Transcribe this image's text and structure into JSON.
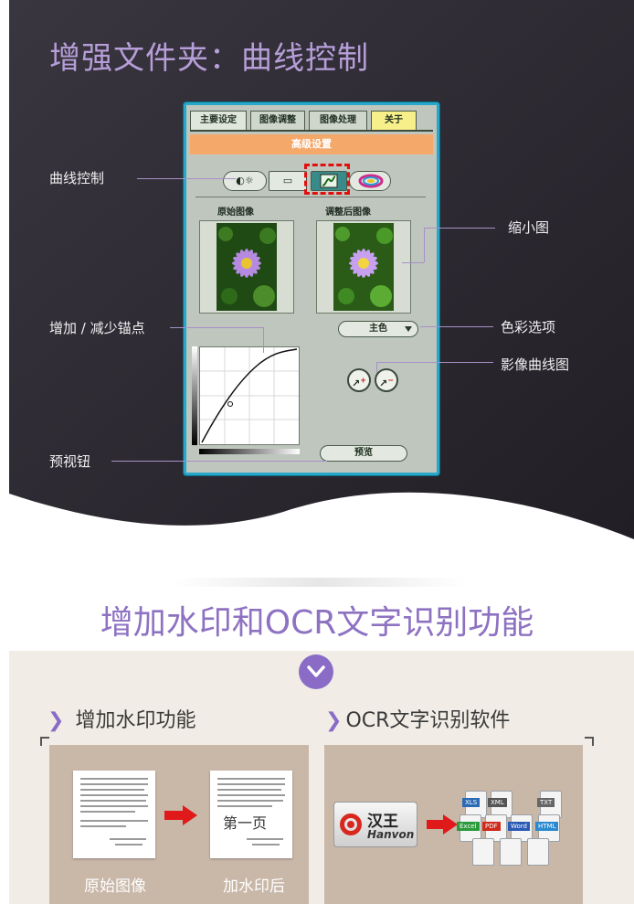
{
  "top": {
    "title": "增强文件夹：曲线控制",
    "panel": {
      "tabs": [
        "主要设定",
        "图像调整",
        "图像处理",
        "关于"
      ],
      "header": "高级设置",
      "original_label": "原始图像",
      "adjusted_label": "调整后图像",
      "color_option": "主色",
      "preview_button": "预览"
    },
    "callouts": {
      "curve_control": "曲线控制",
      "thumbnail": "缩小图",
      "color_options": "色彩选项",
      "anchor": "增加 / 减少锚点",
      "image_curve": "影像曲线图",
      "preview": "预视钮"
    }
  },
  "section2": {
    "title": "增加水印和OCR文字识别功能",
    "left": {
      "title": "增加水印功能",
      "original_caption": "原始图像",
      "watermarked_caption": "加水印后",
      "watermark_text": "第一页"
    },
    "right": {
      "title": "OCR文字识别软件",
      "logo_cn": "汉王",
      "logo_en": "Hanvon",
      "file_types": [
        "XLS",
        "XML",
        "TXT",
        "Excel",
        "PDF",
        "Word",
        "HTML"
      ]
    }
  },
  "colors": {
    "accent_purple": "#8e72c2",
    "dark_bg": "#2b2730",
    "panel_frame": "#27a7c9",
    "highlight_red": "#e01010"
  }
}
